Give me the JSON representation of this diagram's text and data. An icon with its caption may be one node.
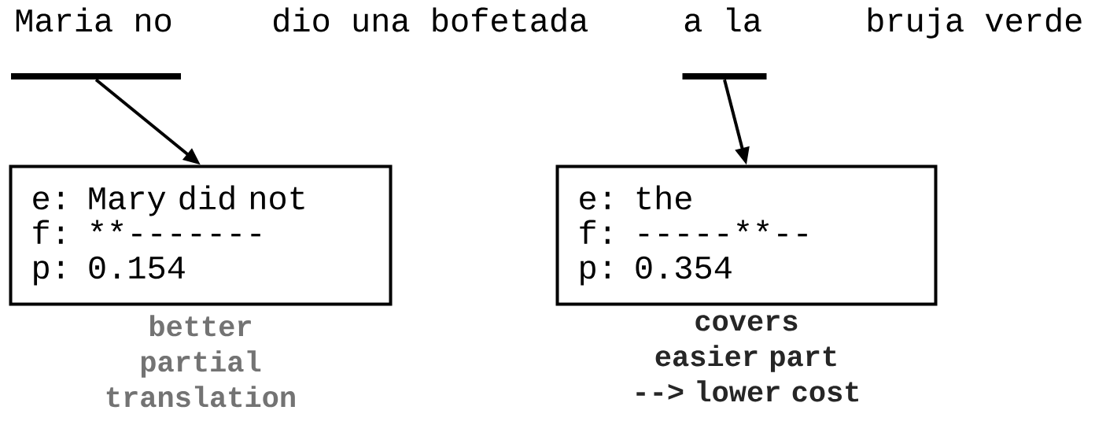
{
  "diagram": {
    "nodes": [
      {
        "text": [],
        "shape": "bar"
      },
      {
        "text": [],
        "shape": "bar"
      },
      {
        "text": [
          "e: Mary did not",
          "f: **-------",
          "p: 0.154"
        ],
        "beside": [
          "better partial translation"
        ]
      },
      {
        "text": [
          "e: the",
          "f: -----**--",
          "p: 0.354"
        ],
        "beside": [
          "covers",
          "easier part",
          "--> lower cost"
        ]
      }
    ],
    "edges": [
      {
        "from": 0,
        "to": 2,
        "arrow": "to"
      },
      {
        "from": 1,
        "to": 3,
        "arrow": "to"
      }
    ],
    "labels": [
      "Maria no",
      "dio una bofetada",
      "a la",
      "bruja verde"
    ]
  }
}
